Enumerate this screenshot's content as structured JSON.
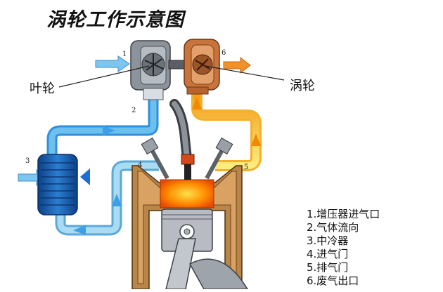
{
  "title": "涡轮工作示意图",
  "labels": {
    "impeller": "叶轮",
    "turbine": "涡轮"
  },
  "markers": [
    "1",
    "2",
    "3",
    "4",
    "5",
    "6"
  ],
  "legend": [
    "1.增压器进气口",
    "2.气体流向",
    "3.中冷器",
    "4.进气门",
    "5.排气门",
    "6.废气出口"
  ],
  "colors": {
    "intake_air": "#5bb3e6",
    "intercooler": "#1a5fb0",
    "exhaust_hot": "#f3a21e",
    "exhaust_warm": "#fbe56b",
    "engine_block": "#b07a3a",
    "combustion": "#ff6a00"
  }
}
